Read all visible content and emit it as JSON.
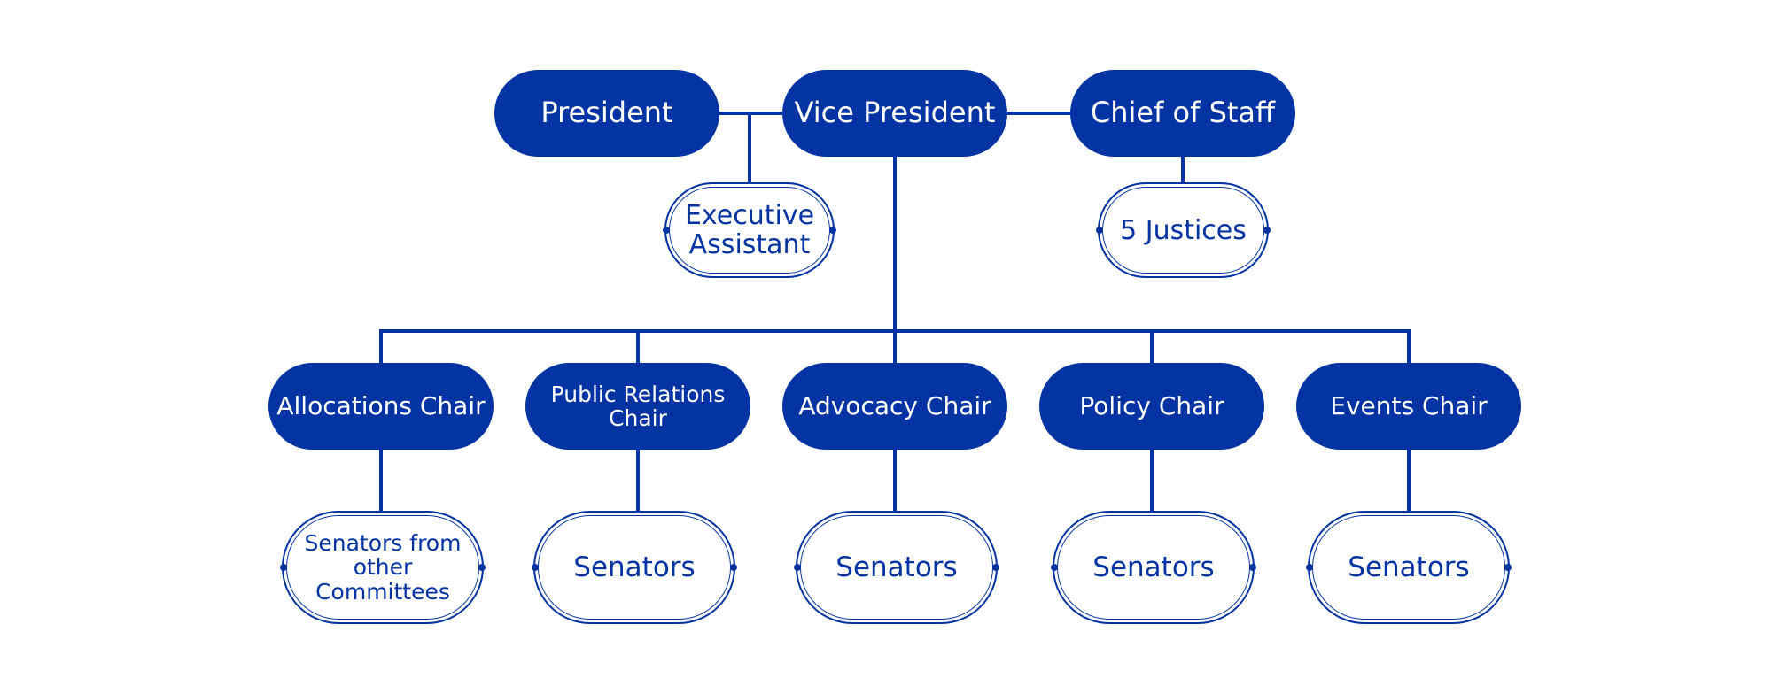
{
  "colors": {
    "primary": "#0434a4",
    "background": "#ffffff"
  },
  "org_chart": {
    "executives": {
      "president": "President",
      "vice_president": "Vice President",
      "chief_of_staff": "Chief of Staff"
    },
    "support": {
      "executive_assistant": "Executive\nAssistant",
      "justices": "5 Justices"
    },
    "chairs": [
      {
        "title": "Allocations Chair",
        "members": "Senators from\nother\nCommittees"
      },
      {
        "title": "Public Relations\nChair",
        "members": "Senators"
      },
      {
        "title": "Advocacy Chair",
        "members": "Senators"
      },
      {
        "title": "Policy Chair",
        "members": "Senators"
      },
      {
        "title": "Events Chair",
        "members": "Senators"
      }
    ]
  }
}
